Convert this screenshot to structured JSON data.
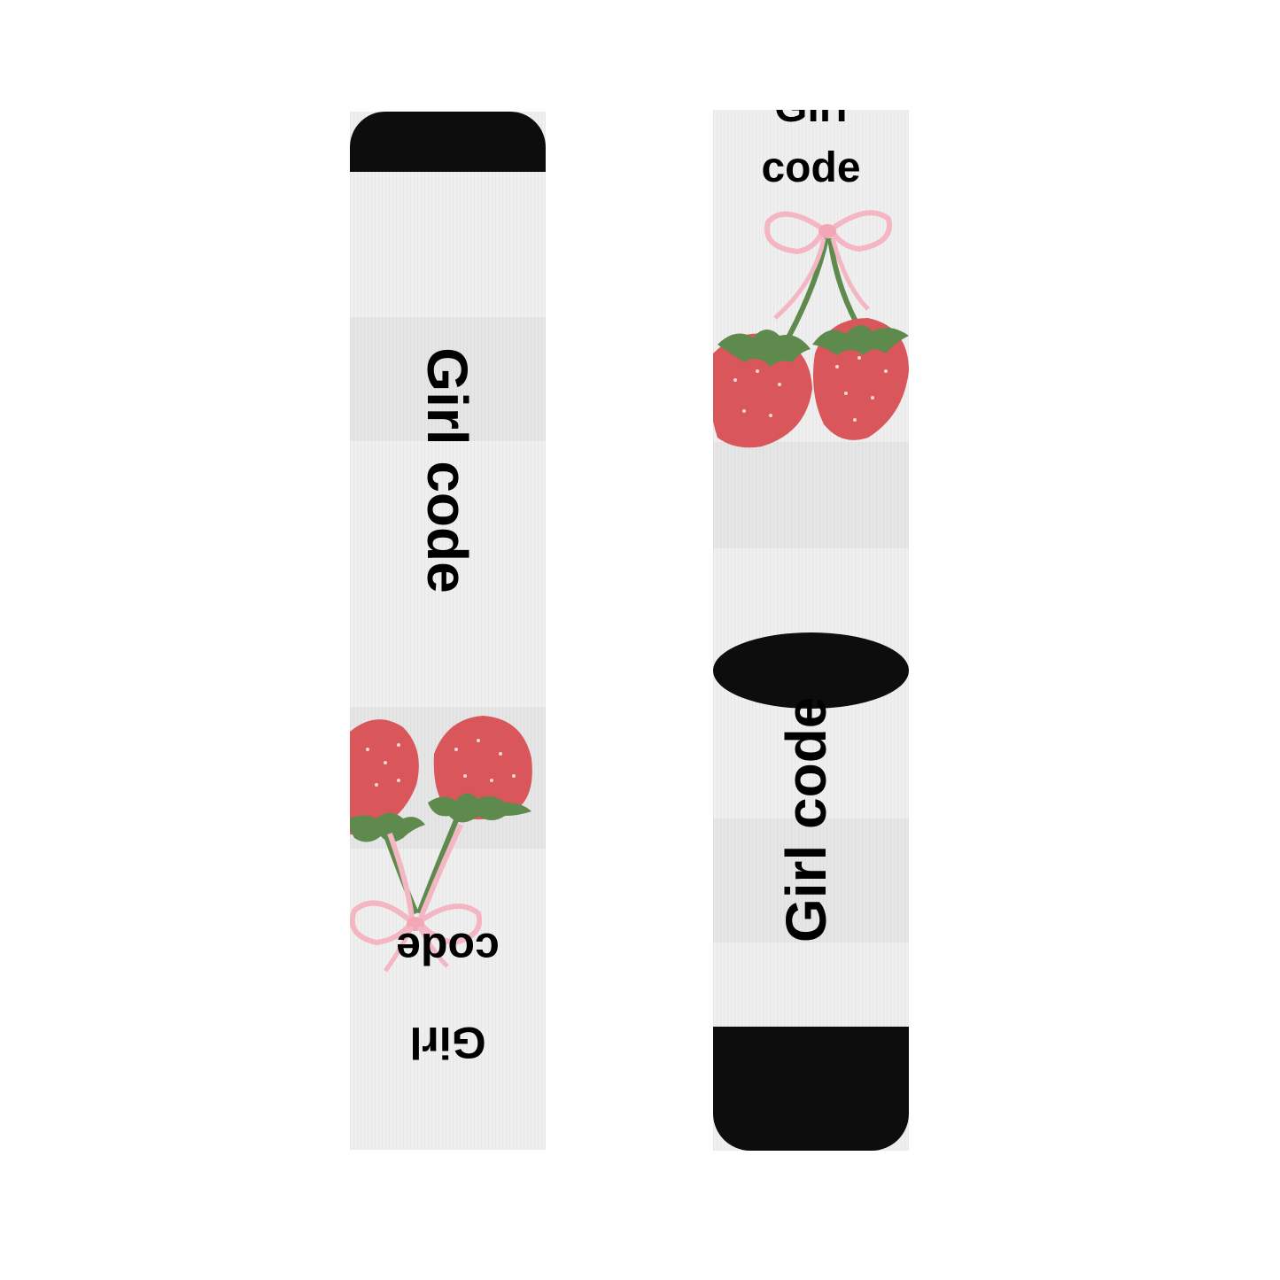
{
  "left_sock": {
    "vertical_text": "Girl code",
    "upside_down_word1": "Girl",
    "upside_down_word2": "code"
  },
  "right_sock": {
    "top_partial_word": "Girl",
    "top_word": "code",
    "vertical_text": "Girl code"
  },
  "colors": {
    "fabric": "#efefef",
    "black": "#0d0d0d",
    "strawberry": "#d9575a",
    "leaf": "#5e8a4e",
    "ribbon": "#f4b6c2"
  }
}
